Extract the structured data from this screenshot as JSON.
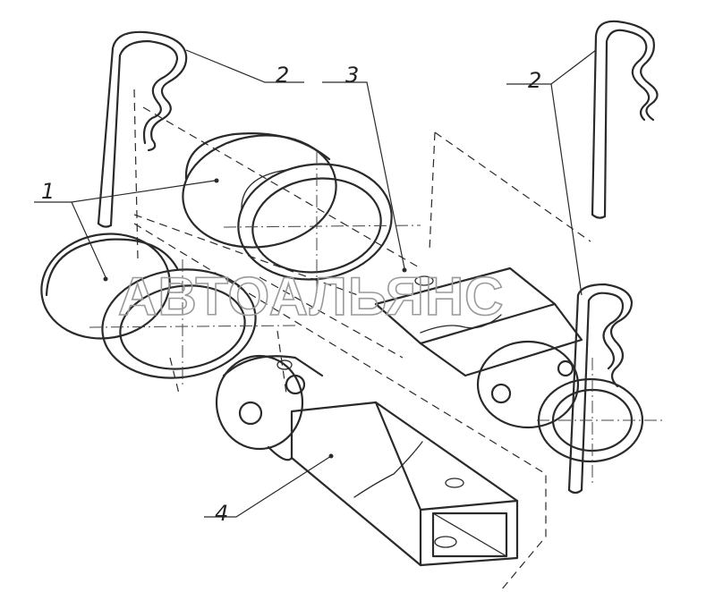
{
  "callouts": [
    {
      "id": "left-pin",
      "text": "2"
    },
    {
      "id": "bracket",
      "text": "3"
    },
    {
      "id": "right-pin",
      "text": "2"
    },
    {
      "id": "shaft",
      "text": "4"
    },
    {
      "id": "bushing",
      "text": "1"
    }
  ],
  "watermark": "АВТОАЛЬЯНС"
}
